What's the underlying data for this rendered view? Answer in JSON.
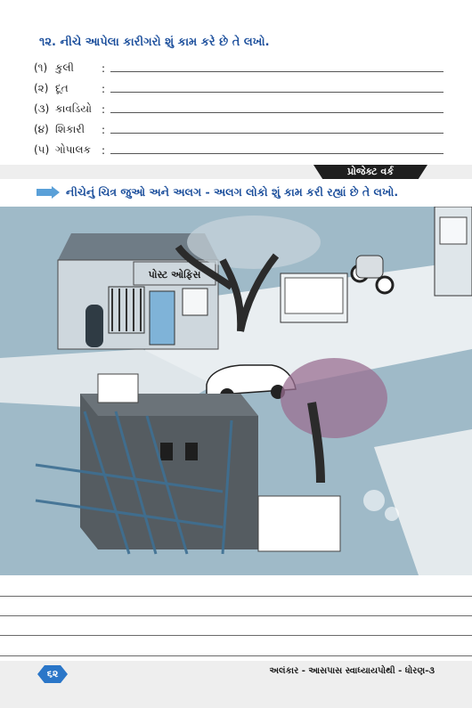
{
  "question": {
    "title": "૧૨. નીચે આપેલા કારીગરો શું કામ કરે છે તે લખો.",
    "items": [
      {
        "num": "(૧)",
        "word": "કુલી",
        "colon": ":"
      },
      {
        "num": "(૨)",
        "word": "દૂત",
        "colon": ":"
      },
      {
        "num": "(૩)",
        "word": "કાવડિયો",
        "colon": ":"
      },
      {
        "num": "(૪)",
        "word": "શિકારી",
        "colon": ":"
      },
      {
        "num": "(૫)",
        "word": "ગોપાલક",
        "colon": ":"
      }
    ]
  },
  "project": {
    "tab_label": "પ્રોજેક્ટ વર્ક",
    "instruction": "નીચેનું ચિત્ર જુઓ અને અલગ - અલગ લોકો શું કામ કરી રહ્યાં છે તે લખો.",
    "arrow_icon": "arrow-right-icon"
  },
  "illustration": {
    "post_office_sign": "પોસ્ટ ઓફિસ"
  },
  "footer": {
    "page_number": "૬૨",
    "text": "અલંકાર - આસપાસ સ્વાધ્યાયપોથી - ધોરણ-૩"
  },
  "colors": {
    "heading_blue": "#1c4f9c",
    "scene_bg": "#9fbac8",
    "badge_blue": "#2a76c8"
  }
}
